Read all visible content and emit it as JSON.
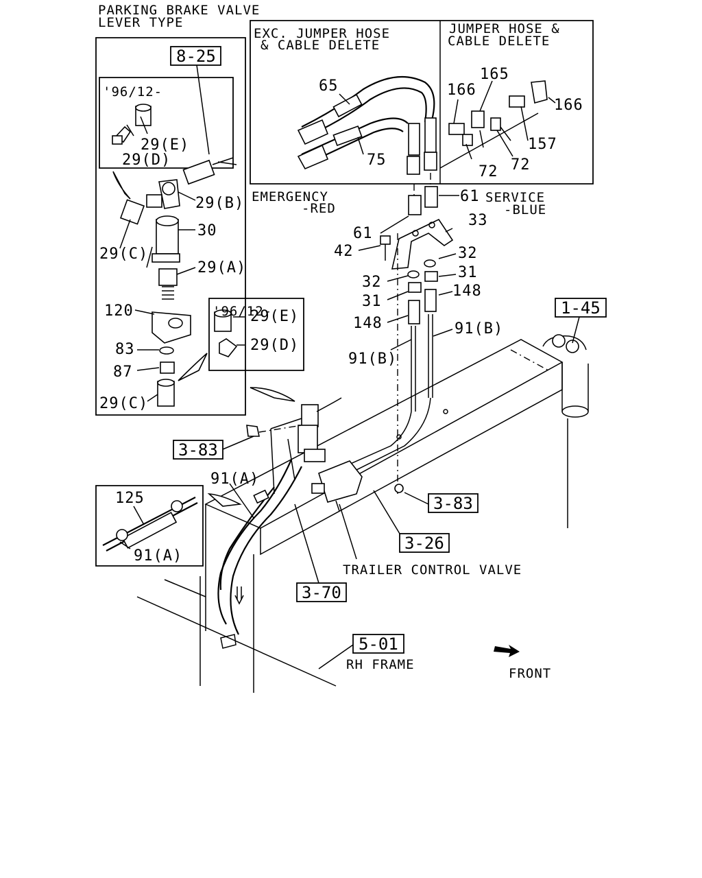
{
  "headers": {
    "parking_brake_valve": [
      "PARKING BRAKE VALVE",
      "LEVER TYPE"
    ],
    "exc_jumper_hose": [
      "EXC. JUMPER HOSE",
      "& CABLE DELETE"
    ],
    "jumper_hose": [
      "JUMPER HOSE &",
      "CABLE DELETE"
    ],
    "inset_date_1": "'96/12-",
    "inset_date_2": "'96/12-"
  },
  "callouts": {
    "c_8_25": "8-25",
    "c_29e_a": "29(E)",
    "c_29d_a": "29(D)",
    "c_29b": "29(B)",
    "c_30": "30",
    "c_29c_a": "29(C)",
    "c_29a": "29(A)",
    "c_120": "120",
    "c_83": "83",
    "c_87": "87",
    "c_29c_b": "29(C)",
    "c_29e_b": "29(E)",
    "c_29d_b": "29(D)",
    "c_65": "65",
    "c_75": "75",
    "c_166_a": "166",
    "c_165": "165",
    "c_166_b": "166",
    "c_157": "157",
    "c_72_a": "72",
    "c_72_b": "72",
    "c_61_a": "61",
    "c_61_b": "61",
    "c_42": "42",
    "c_33": "33",
    "c_32_a": "32",
    "c_32_b": "32",
    "c_31_a": "31",
    "c_31_b": "31",
    "c_148_a": "148",
    "c_148_b": "148",
    "c_91b_a": "91(B)",
    "c_91b_b": "91(B)",
    "c_91a_a": "91(A)",
    "c_91a_b": "91(A)",
    "c_125": "125",
    "c_emergency": [
      "EMERGENCY",
      "-RED"
    ],
    "c_service": [
      "SERVICE",
      "-BLUE"
    ],
    "c_trailer_valve": "TRAILER CONTROL VALVE",
    "c_rh_frame": "RH FRAME",
    "c_front": "FRONT"
  },
  "ref_boxes": {
    "r_1_45": "1-45",
    "r_3_83_a": "3-83",
    "r_3_83_b": "3-83",
    "r_3_26": "3-26",
    "r_3_70": "3-70",
    "r_5_01": "5-01"
  },
  "colors": {
    "ink": "#000000",
    "paper": "#ffffff"
  }
}
